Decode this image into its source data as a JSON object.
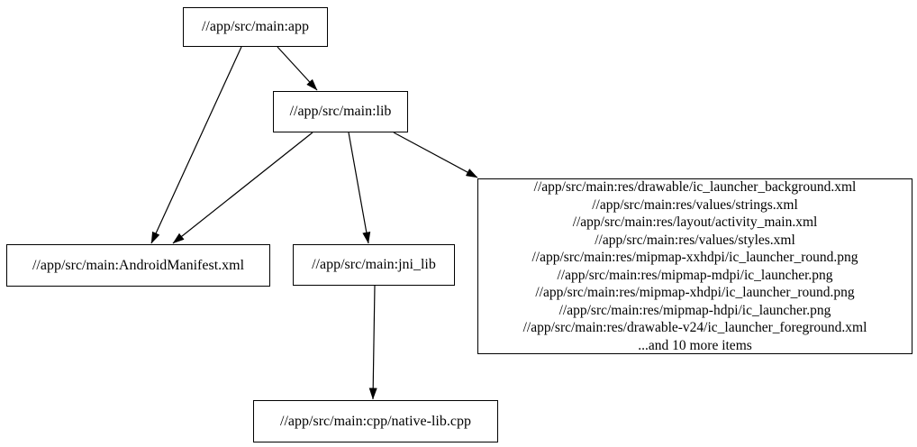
{
  "diagram": {
    "type": "dependency-graph",
    "colors": {
      "background": "#ffffff",
      "node_fill": "#ffffff",
      "node_border": "#000000",
      "text": "#000000",
      "edge": "#000000"
    },
    "nodes": {
      "app": {
        "label": "//app/src/main:app"
      },
      "lib": {
        "label": "//app/src/main:lib"
      },
      "manifest": {
        "label": "//app/src/main:AndroidManifest.xml"
      },
      "jni_lib": {
        "label": "//app/src/main:jni_lib"
      },
      "resources": {
        "lines": [
          "//app/src/main:res/drawable/ic_launcher_background.xml",
          "//app/src/main:res/values/strings.xml",
          "//app/src/main:res/layout/activity_main.xml",
          "//app/src/main:res/values/styles.xml",
          "//app/src/main:res/mipmap-xxhdpi/ic_launcher_round.png",
          "//app/src/main:res/mipmap-mdpi/ic_launcher.png",
          "//app/src/main:res/mipmap-xhdpi/ic_launcher_round.png",
          "//app/src/main:res/mipmap-hdpi/ic_launcher.png",
          "//app/src/main:res/drawable-v24/ic_launcher_foreground.xml",
          "...and 10 more items"
        ]
      },
      "native_lib": {
        "label": "//app/src/main:cpp/native-lib.cpp"
      }
    },
    "edges": [
      {
        "from": "app",
        "to": "lib"
      },
      {
        "from": "app",
        "to": "manifest"
      },
      {
        "from": "lib",
        "to": "manifest"
      },
      {
        "from": "lib",
        "to": "jni_lib"
      },
      {
        "from": "lib",
        "to": "resources"
      },
      {
        "from": "jni_lib",
        "to": "native_lib"
      }
    ]
  }
}
